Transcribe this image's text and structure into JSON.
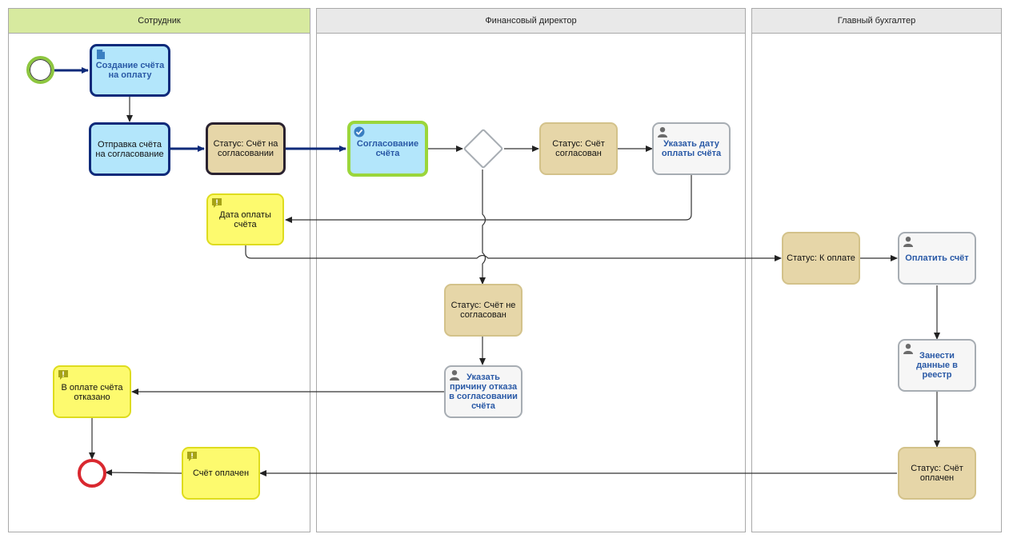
{
  "lanes": {
    "employee": "Сотрудник",
    "finance_director": "Финансовый директор",
    "chief_accountant": "Главный бухгалтер"
  },
  "tasks": {
    "create_invoice": "Создание счёта на оплату",
    "send_for_approval": "Отправка счёта на согласование",
    "status_on_approval": "Статус: Счёт на согласовании",
    "approve_invoice": "Согласование счёта",
    "status_approved": "Статус: Счёт согласован",
    "set_payment_date": "Указать дату оплаты счёта",
    "note_payment_date": "Дата оплаты счёта",
    "status_to_pay": "Статус: К оплате",
    "pay_invoice": "Оплатить счёт",
    "status_not_approved": "Статус: Счёт не согласован",
    "specify_reject_reason": "Указать причину отказа в согласовании счёта",
    "enter_registry": "Занести данные в реестр",
    "note_payment_refused": "В оплате счёта отказано",
    "note_invoice_paid": "Счёт оплачен",
    "status_paid": "Статус: Счёт оплачен"
  },
  "icons": {
    "doc": "document-icon",
    "check": "check-icon",
    "user": "user-icon",
    "note": "message-icon"
  },
  "colors": {
    "lane_employee_header": "#d7ea9f",
    "lane_header": "#e9e9e9",
    "task_fill": "#b3e6fb",
    "status_fill": "#e6d6a8",
    "note_fill": "#fdfa6e",
    "start_event": "#8dc63f",
    "end_event": "#d9282f",
    "flow_bold": "#0e2a7a"
  }
}
